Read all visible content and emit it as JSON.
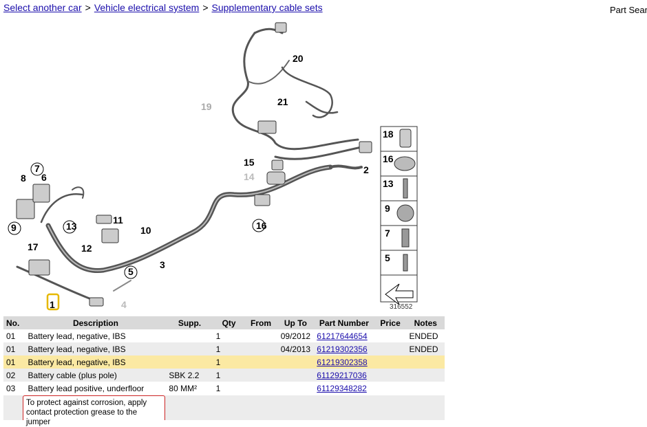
{
  "breadcrumb": {
    "items": [
      "Select another car",
      "Vehicle electrical system",
      "Supplementary cable sets"
    ],
    "separator": ">"
  },
  "header": {
    "part_search_label": "Part Searc"
  },
  "diagram": {
    "reference_number": "316552",
    "callouts": [
      "1",
      "2",
      "3",
      "4",
      "5",
      "6",
      "7",
      "8",
      "9",
      "10",
      "11",
      "12",
      "13",
      "14",
      "15",
      "16",
      "17",
      "19",
      "20",
      "21"
    ],
    "side_panel": [
      "18",
      "16",
      "13",
      "9",
      "7",
      "5"
    ]
  },
  "table": {
    "headers": [
      "No.",
      "Description",
      "Supp.",
      "Qty",
      "From",
      "Up To",
      "Part Number",
      "Price",
      "Notes"
    ],
    "rows": [
      {
        "no": "01",
        "description": "Battery lead, negative, IBS",
        "supp": "",
        "qty": "1",
        "from": "",
        "upto": "09/2012",
        "part_number": "61217644654",
        "price": "",
        "notes": "ENDED"
      },
      {
        "no": "01",
        "description": "Battery lead, negative, IBS",
        "supp": "",
        "qty": "1",
        "from": "",
        "upto": "04/2013",
        "part_number": "61219302356",
        "price": "",
        "notes": "ENDED"
      },
      {
        "no": "01",
        "description": "Battery lead, negative, IBS",
        "supp": "",
        "qty": "1",
        "from": "",
        "upto": "",
        "part_number": "61219302358",
        "price": "",
        "notes": ""
      },
      {
        "no": "02",
        "description": "Battery cable (plus pole)",
        "supp": "SBK 2.2",
        "qty": "1",
        "from": "",
        "upto": "",
        "part_number": "61129217036",
        "price": "",
        "notes": ""
      },
      {
        "no": "03",
        "description": "Battery lead positive, underfloor",
        "supp": "80 MM²",
        "qty": "1",
        "from": "",
        "upto": "",
        "part_number": "61129348282",
        "price": "",
        "notes": ""
      }
    ],
    "highlight_color": "#fbe9a3"
  },
  "note": {
    "line1": "To protect against corrosion, apply",
    "line2": "contact protection grease to the jumper"
  }
}
